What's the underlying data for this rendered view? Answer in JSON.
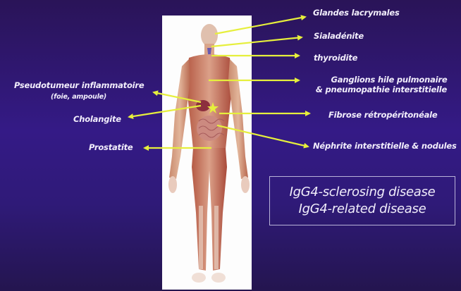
{
  "labels": {
    "glandes_lacrymales": "Glandes lacrymales",
    "sialadenite": "Sialadénite",
    "thyroidite": "thyroidite",
    "ganglions_line1": "Ganglions hile pulmonaire",
    "ganglions_line2": "& pneumopathie interstitielle",
    "fibrose": "Fibrose rétropéritonéale",
    "nephrite": "Néphrite interstitielle & nodules",
    "pseudotumeur": "Pseudotumeur inflammatoire",
    "pseudotumeur_sub": "(foie, ampoule)",
    "cholangite": "Cholangite",
    "prostatite": "Prostatite"
  },
  "box": {
    "line1": "IgG4-sclerosing disease",
    "line2": "IgG4-related disease"
  },
  "figure": {
    "description": "anatomical-human-body"
  },
  "colors": {
    "background": "#341a86",
    "arrow": "#e6ef3c",
    "text": "#f2eefc"
  }
}
